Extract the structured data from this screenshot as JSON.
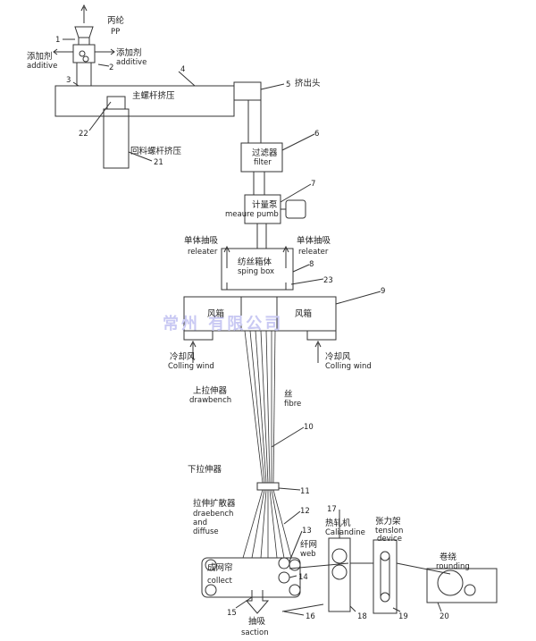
{
  "labels": {
    "pp_cn": "丙纶",
    "pp_en": "PP",
    "additive_l_cn": "添加剂",
    "additive_l_en": "additive",
    "additive_r_cn": "添加剂",
    "additive_r_en": "additive",
    "main_extruder": "主螺杆挤压",
    "extrusion_head": "挤出头",
    "recycle_extruder": "回料螺杆挤压",
    "filter_cn": "过滤器",
    "filter_en": "filter",
    "meter_pump_cn": "计量泵",
    "meter_pump_en": "meaure pumb",
    "monomer_l_cn": "单体抽吸",
    "monomer_l_en": "releater",
    "monomer_r_cn": "单体抽吸",
    "monomer_r_en": "releater",
    "spin_box_cn": "纺丝箱体",
    "spin_box_en": "sping box",
    "air_box_l": "风箱",
    "air_box_r": "风箱",
    "cool_l_cn": "冷却风",
    "cool_l_en": "Colling wind",
    "cool_r_cn": "冷却风",
    "cool_r_en": "Colling wind",
    "upper_draw_cn": "上拉伸器",
    "upper_draw_en": "drawbench",
    "fibre_cn": "丝",
    "fibre_en": "fibre",
    "lower_draw_cn": "下拉伸器",
    "diffuser_cn": "拉伸扩散器",
    "diffuser_en1": "draebench",
    "diffuser_en2": "and",
    "diffuser_en3": "diffuse",
    "web_cn": "纤网",
    "web_en": "web",
    "collect_cn": "成网帘",
    "collect_en": "collect",
    "calender_cn": "热轧机",
    "calender_en": "Caliandine",
    "tension_cn": "张力架",
    "tension_en1": "tenslon",
    "tension_en2": "device",
    "winding_cn": "卷绕",
    "winding_en": "rounding",
    "suction_cn": "抽吸",
    "suction_en": "saction"
  },
  "watermark": "常州          有限公司",
  "numbers": [
    "1",
    "2",
    "3",
    "4",
    "5",
    "6",
    "7",
    "8",
    "9",
    "10",
    "11",
    "12",
    "13",
    "14",
    "15",
    "16",
    "17",
    "18",
    "19",
    "20",
    "21",
    "22",
    "23"
  ]
}
